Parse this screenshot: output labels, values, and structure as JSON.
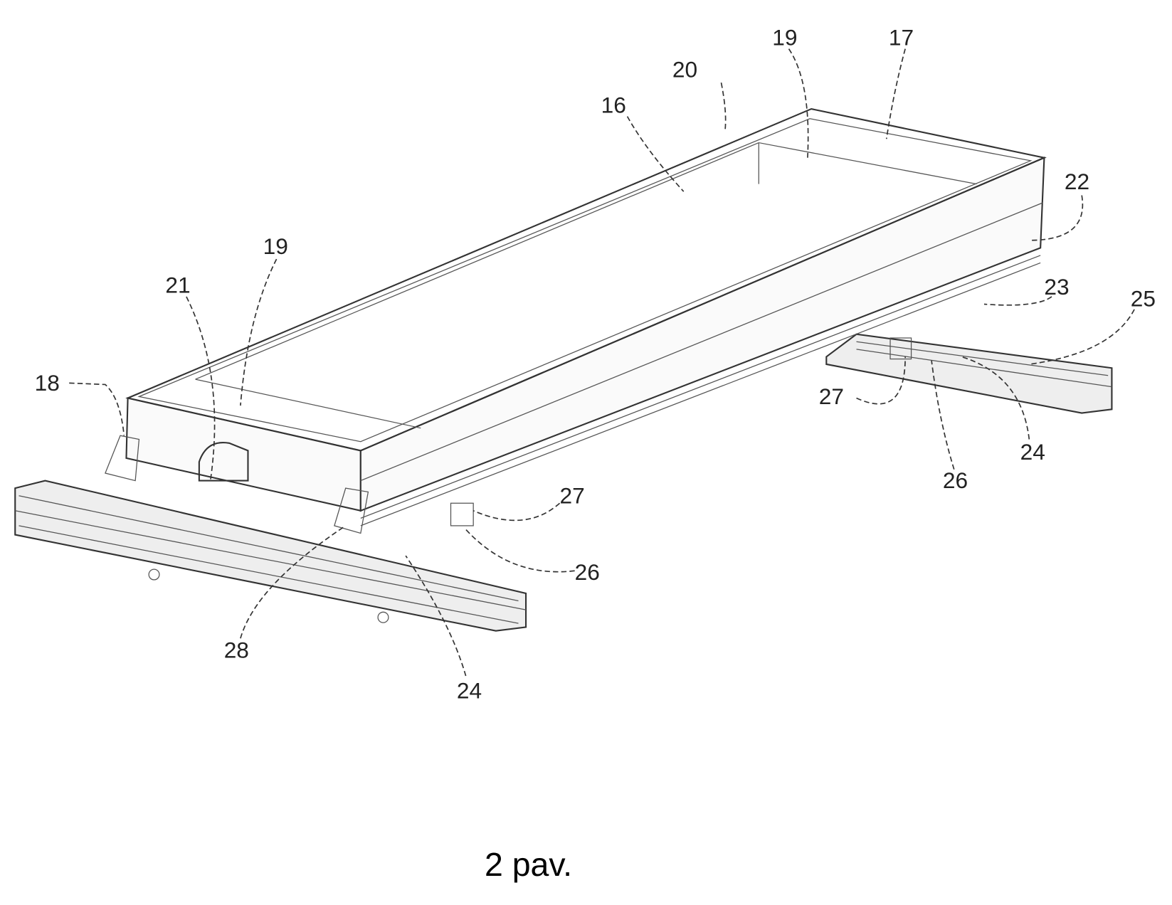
{
  "figure": {
    "caption": "2 pav.",
    "labels": {
      "l16": "16",
      "l17": "17",
      "l18": "18",
      "l19a": "19",
      "l19b": "19",
      "l20": "20",
      "l21": "21",
      "l22": "22",
      "l23": "23",
      "l24a": "24",
      "l24b": "24",
      "l25": "25",
      "l26a": "26",
      "l26b": "26",
      "l27a": "27",
      "l27b": "27",
      "l28": "28"
    }
  }
}
